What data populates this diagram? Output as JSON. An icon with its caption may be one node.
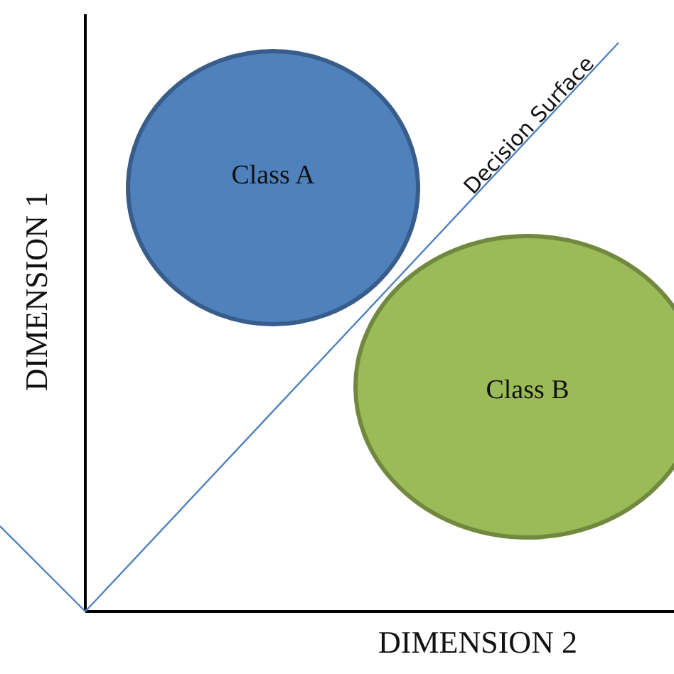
{
  "diagram": {
    "nodes": [
      {
        "text": [
          "Class A"
        ]
      },
      {
        "text": [
          "Class B"
        ]
      }
    ],
    "labels": [
      "Decision Surface",
      "DIMENSION 1",
      "DIMENSION 2"
    ]
  }
}
